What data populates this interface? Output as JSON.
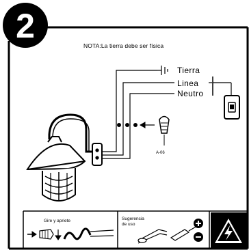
{
  "step": {
    "number": "2"
  },
  "note": "NOTA:La tierra debe ser física",
  "wires": {
    "ground_label": "Tierra",
    "line_label": "Linea",
    "neutral_label": "Neutro"
  },
  "connector": {
    "part_code": "A-06"
  },
  "footer": {
    "twist_caption": "Gire y apriete",
    "suggestion_caption_line1": "Sugerencia",
    "suggestion_caption_line2": "de uso"
  },
  "icons": {
    "ground_symbol": "ground-symbol-icon",
    "switch": "switch-icon",
    "wire_nut": "wire-nut-icon",
    "lamp": "wall-lantern-icon",
    "pliers": "pliers-icon",
    "screwdriver": "screwdriver-icon",
    "plus": "plus-icon",
    "minus": "minus-icon",
    "warning": "electrical-warning-icon"
  }
}
